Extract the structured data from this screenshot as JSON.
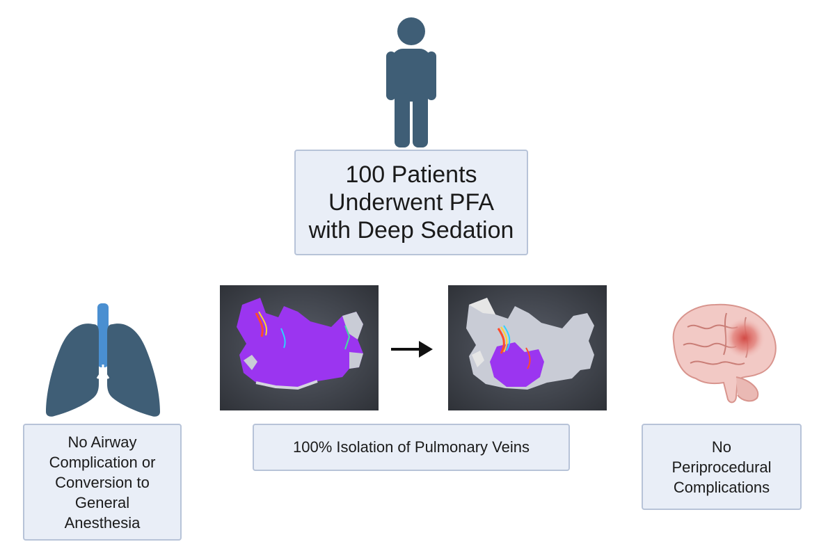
{
  "center_box": {
    "text": "100 Patients\nUnderwent PFA\nwith Deep Sedation"
  },
  "isolation_box": {
    "text": "100% Isolation of Pulmonary Veins"
  },
  "airway_box": {
    "text": "No Airway\nComplication or\nConversion to\nGeneral\nAnesthesia"
  },
  "complication_box": {
    "text": "No\nPeriprocedural\nComplications"
  },
  "icons": {
    "person": "person-icon",
    "lungs": "lungs-icon",
    "brain": "brain-icon",
    "arrow": "arrow-right-icon",
    "map_before": "cardiac-map-pre-ablation",
    "map_after": "cardiac-map-post-ablation"
  },
  "colors": {
    "icon_slate": "#3f5e76",
    "trachea_blue": "#4a8fd1",
    "box_fill": "#e9eef7",
    "box_border": "#b7c3d8",
    "voltage_purple": "#9b35f0",
    "scar_grey": "#c9ccd6",
    "brain_pink": "#f2c9c5",
    "lesion_red": "#d24a45"
  }
}
